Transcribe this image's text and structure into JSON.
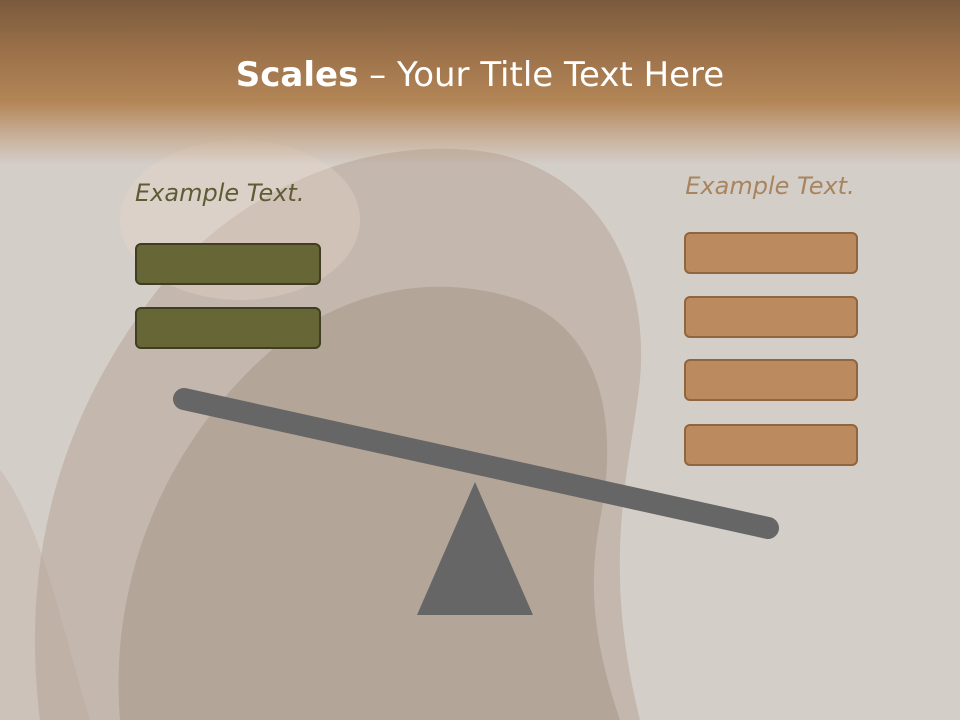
{
  "slide": {
    "title_bold": "Scales",
    "title_rest": " – Your Title Text Here"
  },
  "left_panel": {
    "caption": "Example Text.",
    "box_count": 2,
    "box_color": "#676637"
  },
  "right_panel": {
    "caption": "Example Text.",
    "box_count": 4,
    "box_color": "#bb8a5e"
  },
  "scale": {
    "beam_color": "#666666",
    "fulcrum_color": "#666666",
    "tilt": "down-right"
  },
  "colors": {
    "header_brown": "#9a7049",
    "background": "#d4cec9"
  }
}
